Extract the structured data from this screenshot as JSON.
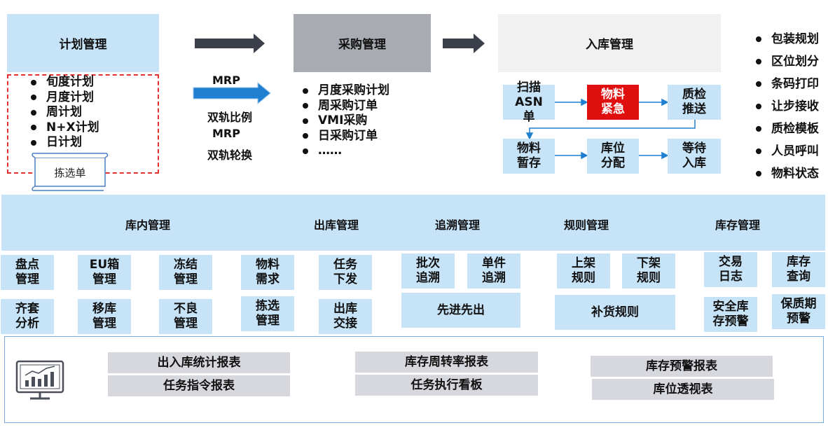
{
  "plan": {
    "title": "计划管理",
    "items": [
      "旬度计划",
      "月度计划",
      "周计划",
      "N+X计划",
      "日计划"
    ],
    "scroll_label": "拣选单"
  },
  "mrp": {
    "label": "MRP",
    "lines": [
      "双轨比例",
      "MRP",
      "双轨轮换"
    ]
  },
  "purchase": {
    "title": "采购管理",
    "items": [
      "月度采购计划",
      "周采购订单",
      "VMI采购",
      "日采购订单",
      "……"
    ]
  },
  "inbound": {
    "title": "入库管理",
    "flow": {
      "scan": "扫描\nASN\n单",
      "urgent": "物料\n紧急",
      "qc_push": "质检\n推送",
      "temp_store": "物料\n暂存",
      "location": "库位\n分配",
      "wait": "等待\n入库"
    }
  },
  "features": [
    "包装规划",
    "区位划分",
    "条码打印",
    "让步接收",
    "质检模板",
    "人员呼叫",
    "物料状态"
  ],
  "band_headers": [
    "库内管理",
    "出库管理",
    "追溯管理",
    "规则管理",
    "库存管理"
  ],
  "modules": {
    "count": "盘点\n管理",
    "kit": "齐套\n分析",
    "eu_box": "EU箱\n管理",
    "move": "移库\n管理",
    "freeze": "冻结\n管理",
    "defect": "不良\n管理",
    "demand": "物料\n需求",
    "pick": "拣选\n管理",
    "task_issue": "任务\n下发",
    "out_handover": "出库\n交接",
    "batch_trace": "批次\n追溯",
    "item_trace": "单件\n追溯",
    "fifo": "先进先出",
    "shelf_rule": "上架\n规则",
    "unshelf_rule": "下架\n规则",
    "replenish_rule": "补货规则",
    "trade_log": "交易\n日志",
    "stock_query": "库存\n查询",
    "safety_alert": "安全库\n存预警",
    "shelf_life_alert": "保质期\n预警"
  },
  "reports": [
    "出入库统计报表",
    "任务指令报表",
    "库存周转率报表",
    "任务执行看板",
    "库存预警报表",
    "库位透视表"
  ],
  "colors": {
    "light_blue": "#c6e3f8",
    "gray_box": "#a9abb3",
    "urgent_red": "#e00f0f",
    "arrow_blue": "#1f7fd0",
    "arrow_dark": "#3a3f4a",
    "dashed_red": "#e53030"
  }
}
